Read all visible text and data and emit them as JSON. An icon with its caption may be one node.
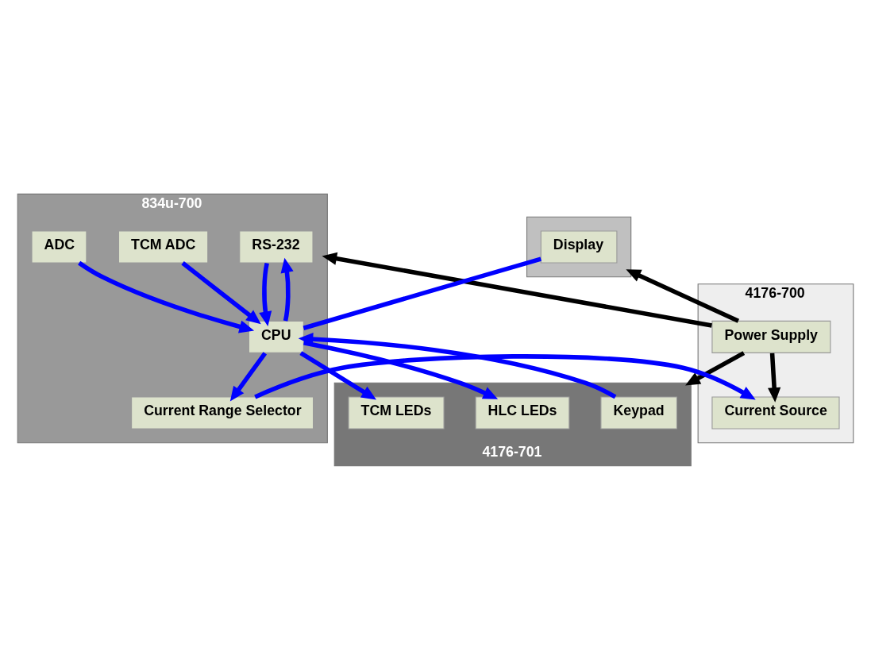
{
  "diagram": {
    "nodes": [
      {
        "text": [
          "4176-700"
        ]
      },
      {
        "text": [
          "Power Supply"
        ],
        "in": 0
      },
      {
        "text": [
          "Current Source"
        ],
        "in": 0
      },
      {
        "text": [],
        "shape": "box"
      },
      {
        "text": [
          "Display"
        ],
        "in": 3
      },
      {
        "text": [
          "834u-700"
        ]
      },
      {
        "text": [
          "RS-232"
        ],
        "in": 5
      },
      {
        "text": [
          "Current Range Selector"
        ],
        "in": 5
      },
      {
        "text": [
          "CPU"
        ],
        "in": 5
      },
      {
        "text": [
          "TCM ADC"
        ],
        "in": 5
      },
      {
        "text": [
          "ADC"
        ],
        "in": 5
      },
      {
        "text": [
          "4176-701"
        ]
      },
      {
        "text": [
          "Keypad"
        ],
        "in": 11
      },
      {
        "text": [
          "HLC LEDs"
        ],
        "in": 11
      },
      {
        "text": [
          "TCM LEDs"
        ],
        "in": 11
      }
    ],
    "edges": [
      {
        "from": 1,
        "to": 2,
        "arrow": "to",
        "color": "#000000"
      },
      {
        "from": 1,
        "to": 3,
        "arrow": "to",
        "color": "#000000"
      },
      {
        "from": 1,
        "to": 5,
        "arrow": "to",
        "color": "#000000"
      },
      {
        "from": 1,
        "to": 11,
        "arrow": "to",
        "color": "#000000"
      },
      {
        "from": 7,
        "to": 2,
        "arrow": "to"
      },
      {
        "from": 8,
        "to": 6,
        "arrow": "to"
      },
      {
        "from": 8,
        "to": 7,
        "arrow": "to"
      },
      {
        "from": 8,
        "to": 4,
        "arrow": "none"
      },
      {
        "from": 6,
        "to": 8,
        "arrow": "to"
      },
      {
        "from": 12,
        "to": 8,
        "arrow": "to"
      },
      {
        "from": 9,
        "to": 8,
        "arrow": "to"
      },
      {
        "from": 10,
        "to": 8,
        "arrow": "to"
      },
      {
        "from": 8,
        "to": 13,
        "arrow": "to"
      },
      {
        "from": 8,
        "to": 14,
        "arrow": "to"
      }
    ]
  }
}
